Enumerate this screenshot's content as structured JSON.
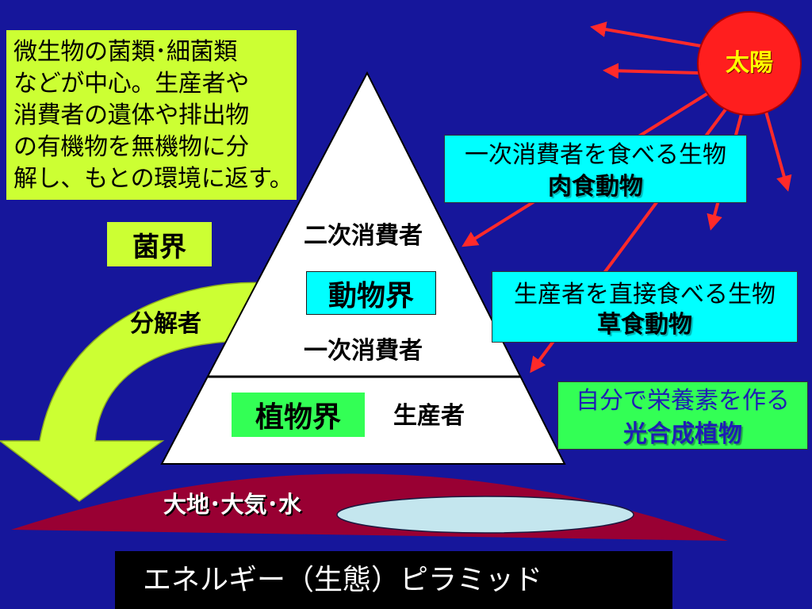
{
  "slide": {
    "title": "エネルギー（生態）ピラミッド"
  },
  "decomposer_note": {
    "lines": [
      "微生物の菌類･細菌類",
      "などが中心。生産者や",
      "消費者の遺体や排出物",
      "の有機物を無機物に分",
      "解し、もとの環境に返す。"
    ]
  },
  "fungi_kingdom": {
    "label": "菌界"
  },
  "decomposition_arrow": {
    "label": "分解者"
  },
  "pyramid": {
    "secondary_consumer_label": "二次消費者",
    "animal_kingdom_label": "動物界",
    "primary_consumer_label": "一次消費者",
    "plant_kingdom_label": "植物界",
    "producer_label": "生産者"
  },
  "sun": {
    "label": "太陽"
  },
  "callouts": {
    "carnivore": {
      "description": "一次消費者を食べる生物",
      "name": "肉食動物"
    },
    "herbivore": {
      "description": "生産者を直接食べる生物",
      "name": "草食動物"
    },
    "photosynthetic": {
      "description": "自分で栄養素を作る",
      "name": "光合成植物"
    }
  },
  "environment": {
    "label": "大地･大気･水"
  },
  "colors": {
    "background": "#16169b",
    "decomposer_fill": "#ccff33",
    "animal_fill": "#00ffff",
    "plant_fill": "#33ff55",
    "sun_fill": "#ff1e1e",
    "sun_label": "#ffff00",
    "ray": "#ff2a2a",
    "ground": "#990033",
    "water": "#c4e6ee",
    "title_box": "#000000",
    "photosynthetic_text": "#1e1eb4"
  }
}
